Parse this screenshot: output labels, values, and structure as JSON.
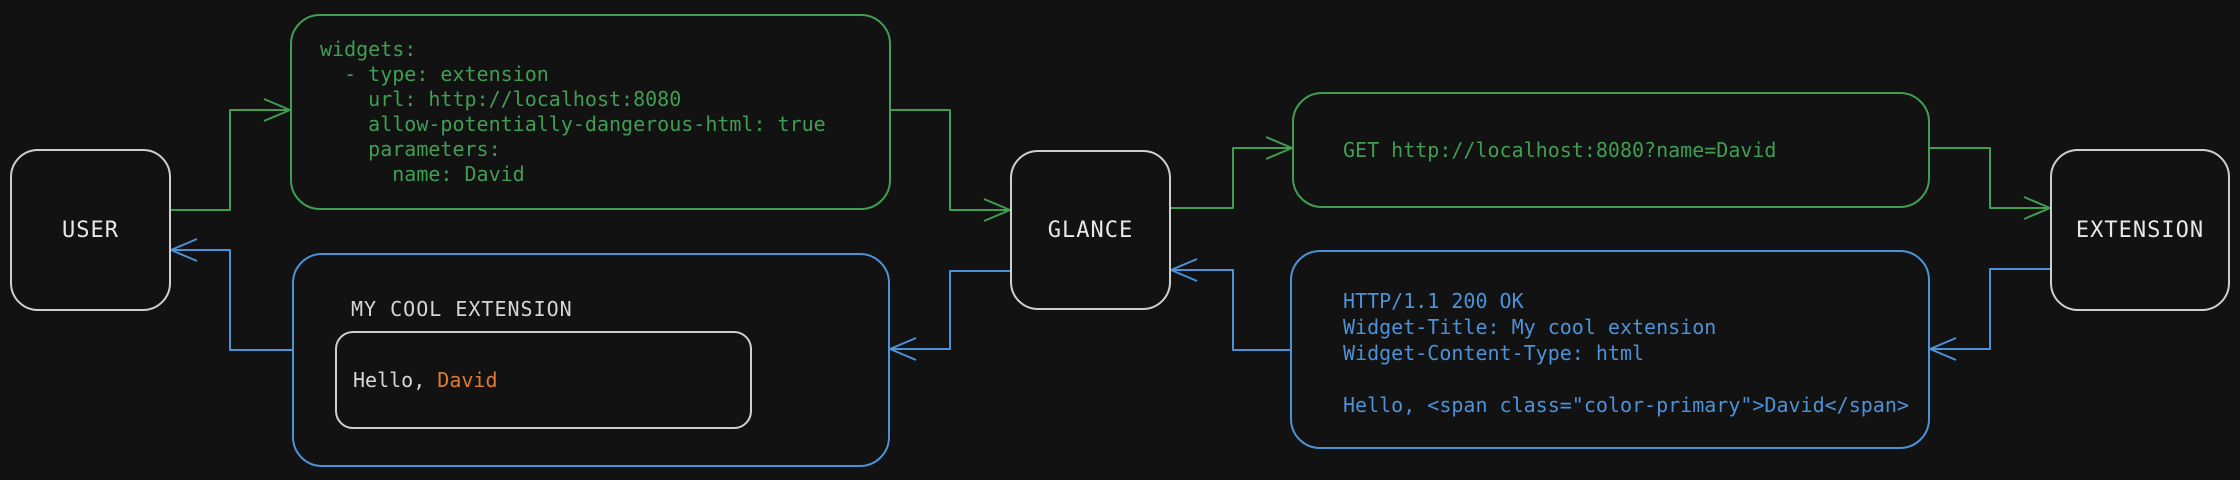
{
  "colors": {
    "green": "#3f9e52",
    "blue": "#4c92d8",
    "orange": "#e07a30",
    "box_border": "#cfcfcf",
    "text_light": "#e8e8e8",
    "text_dim": "#d6d6d6",
    "background": "#121212"
  },
  "nodes": {
    "user": "USER",
    "glance": "GLANCE",
    "extension": "EXTENSION"
  },
  "config_box": {
    "lines": [
      "widgets:",
      "  - type: extension",
      "    url: http://localhost:8080",
      "    allow-potentially-dangerous-html: true",
      "    parameters:",
      "      name: David"
    ]
  },
  "request_box": {
    "text": "GET http://localhost:8080?name=David"
  },
  "response_box": {
    "lines": [
      "HTTP/1.1 200 OK",
      "Widget-Title: My cool extension",
      "Widget-Content-Type: html",
      "",
      "Hello, <span class=\"color-primary\">David</span>"
    ]
  },
  "widget_box": {
    "title": "MY COOL EXTENSION",
    "greeting_prefix": "Hello, ",
    "greeting_name": "David"
  }
}
